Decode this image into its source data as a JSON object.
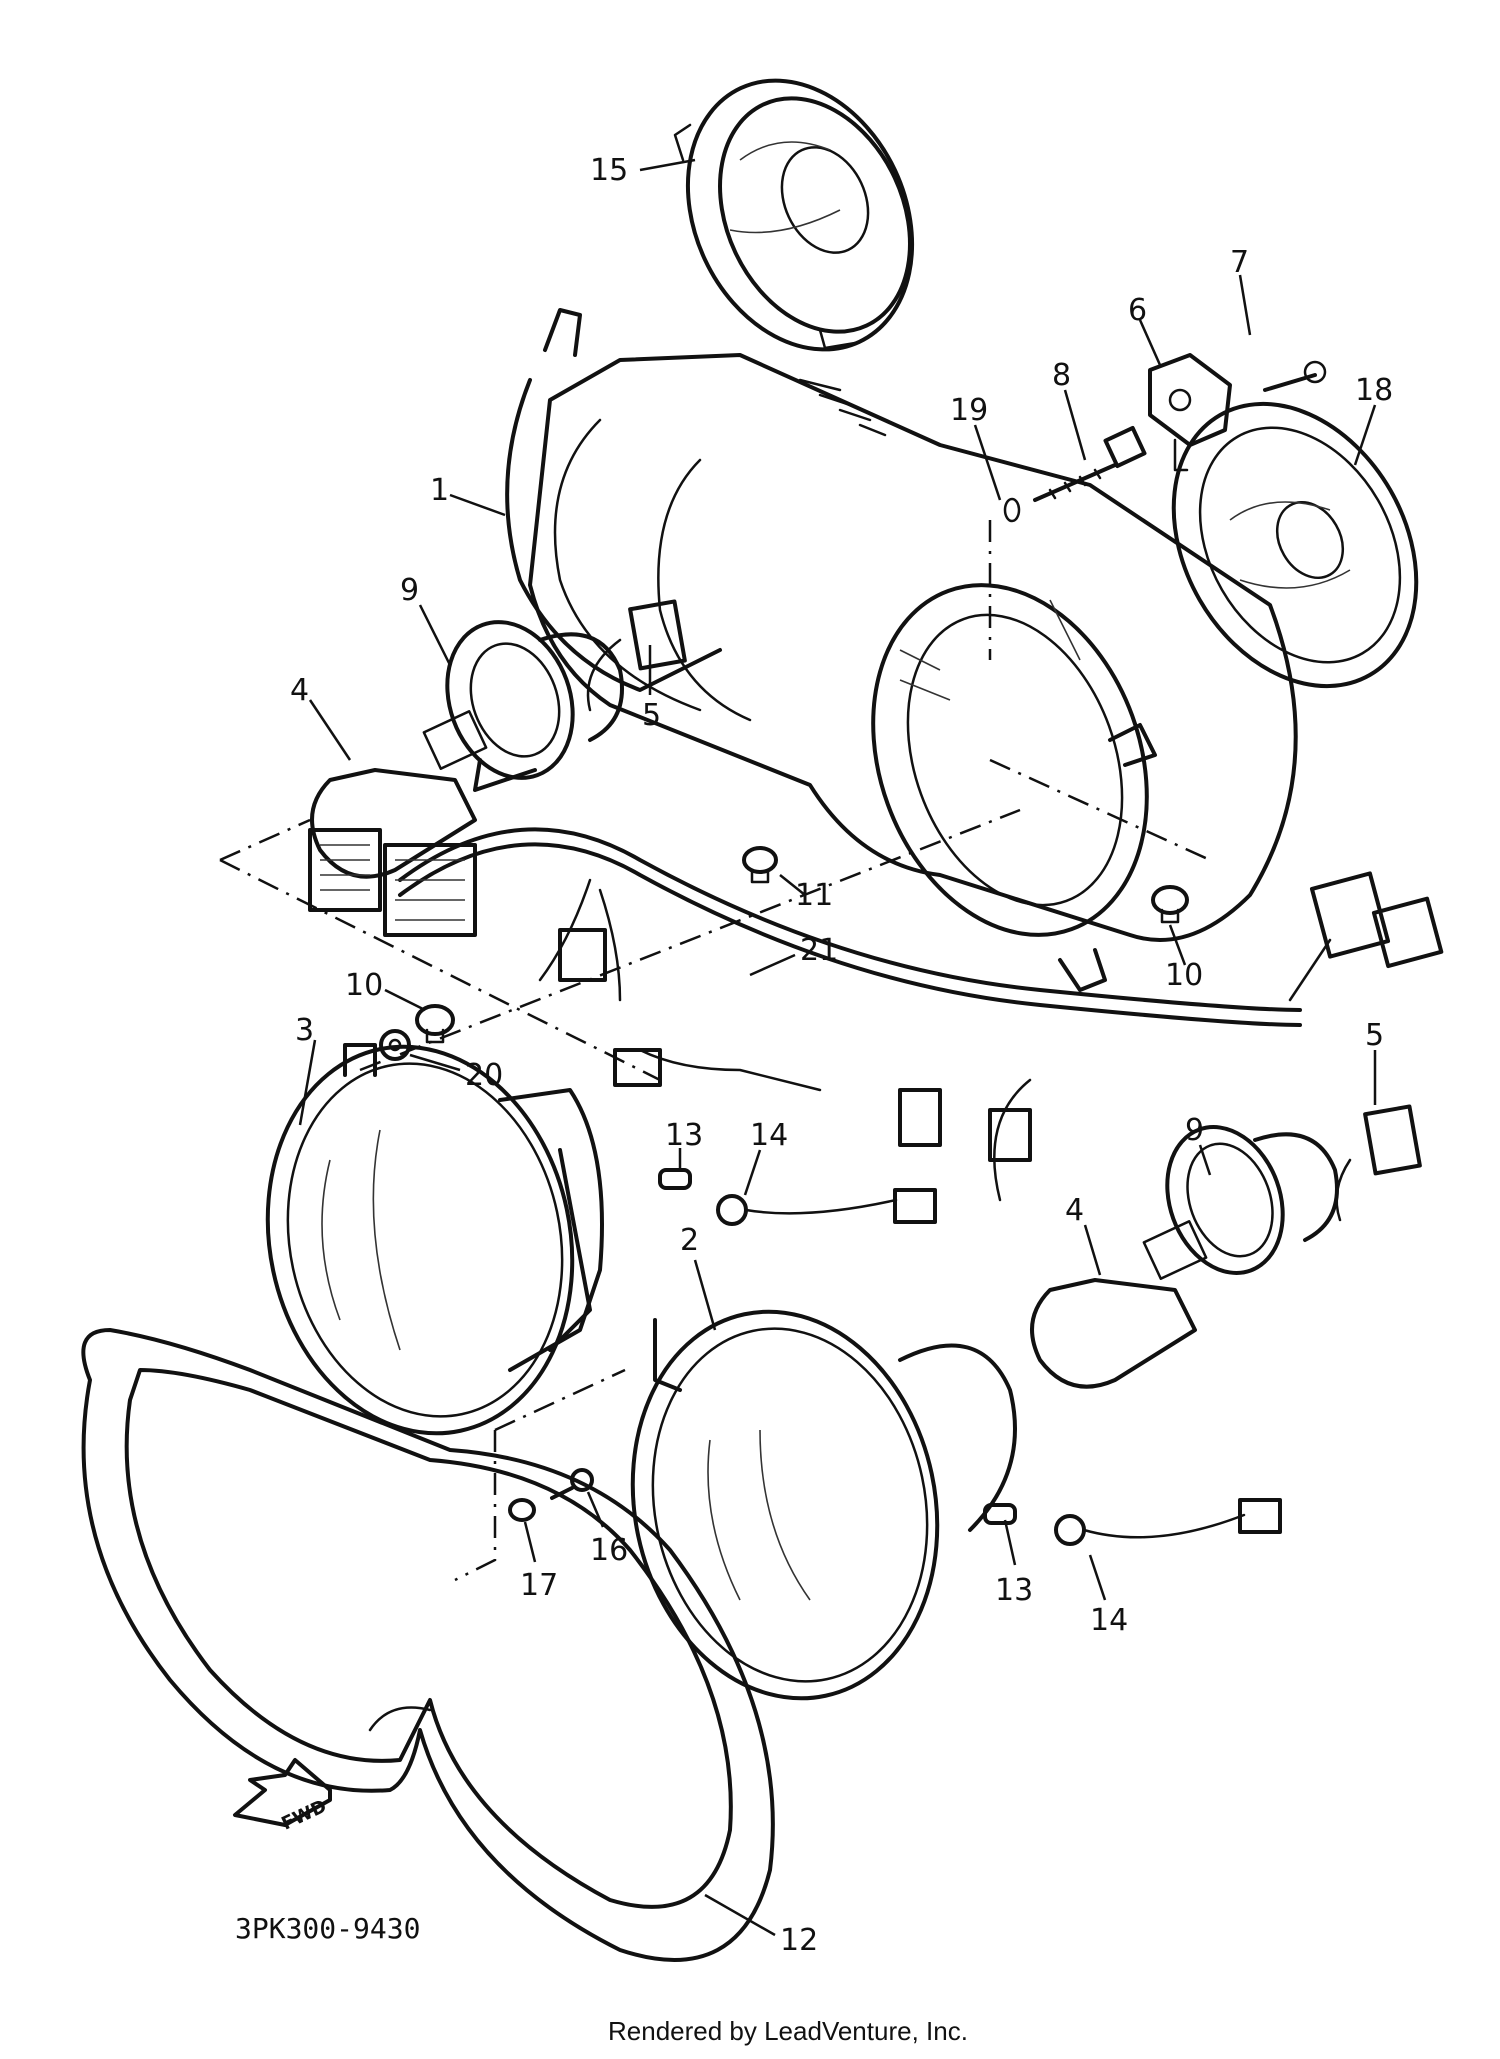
{
  "diagram": {
    "part_code": "3PK300-9430",
    "footer": "Rendered by LeadVenture, Inc.",
    "direction_label": "FWD",
    "callouts": {
      "c1": "1",
      "c2": "2",
      "c3": "3",
      "c4a": "4",
      "c4b": "4",
      "c5a": "5",
      "c5b": "5",
      "c6": "6",
      "c7": "7",
      "c8": "8",
      "c9a": "9",
      "c9b": "9",
      "c10a": "10",
      "c10b": "10",
      "c11": "11",
      "c12": "12",
      "c13a": "13",
      "c13b": "13",
      "c14a": "14",
      "c14b": "14",
      "c15": "15",
      "c16": "16",
      "c17": "17",
      "c18": "18",
      "c19": "19",
      "c20": "20",
      "c21": "21"
    }
  }
}
